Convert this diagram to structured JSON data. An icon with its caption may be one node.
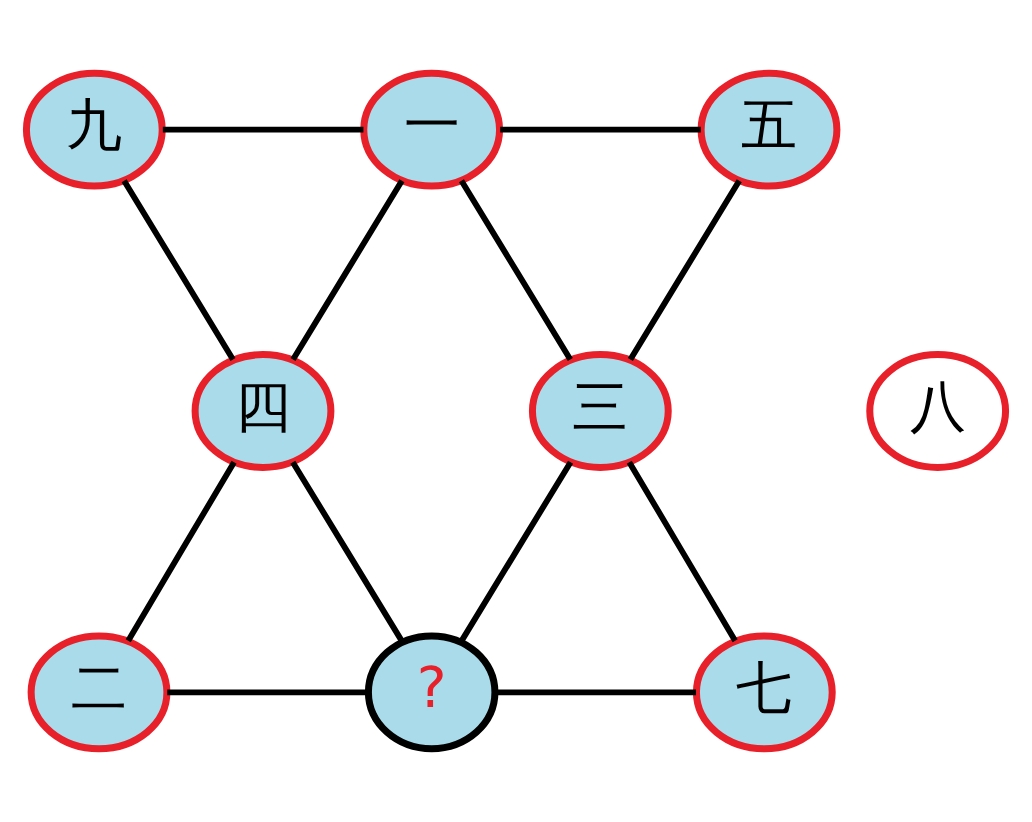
{
  "diagram": {
    "nodes": [
      {
        "text": [
          "九"
        ]
      },
      {
        "text": [
          "一"
        ]
      },
      {
        "text": [
          "五"
        ]
      },
      {
        "text": [
          "四"
        ]
      },
      {
        "text": [
          "八"
        ]
      },
      {
        "text": [
          "三"
        ]
      },
      {
        "text": [
          "二"
        ]
      },
      {
        "text": [
          "?"
        ]
      },
      {
        "text": [
          "七"
        ]
      }
    ],
    "edges": [
      {
        "from": 0,
        "to": 1,
        "arrow": "none"
      },
      {
        "from": 1,
        "to": 2,
        "arrow": "none"
      },
      {
        "from": 0,
        "to": 3,
        "arrow": "none"
      },
      {
        "from": 2,
        "to": 5,
        "arrow": "none"
      },
      {
        "from": 1,
        "to": 3,
        "arrow": "none"
      },
      {
        "from": 1,
        "to": 5,
        "arrow": "none"
      },
      {
        "from": 3,
        "to": 6,
        "arrow": "none"
      },
      {
        "from": 5,
        "to": 8,
        "arrow": "none"
      },
      {
        "from": 3,
        "to": 7,
        "arrow": "none"
      },
      {
        "from": 5,
        "to": 7,
        "arrow": "none"
      },
      {
        "from": 6,
        "to": 7,
        "arrow": "none"
      },
      {
        "from": 7,
        "to": 8,
        "arrow": "none"
      }
    ]
  }
}
